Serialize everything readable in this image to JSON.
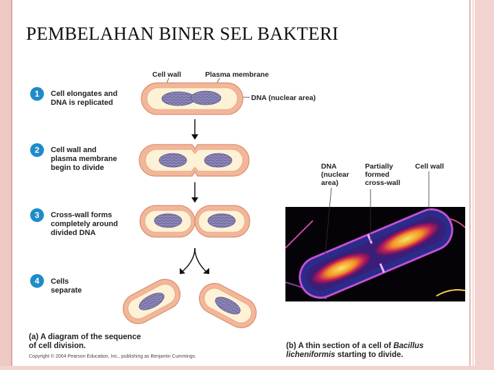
{
  "title": "PEMBELAHAN BINER SEL BAKTERI",
  "steps": [
    {
      "num": "1",
      "text": "Cell elongates and\nDNA is replicated"
    },
    {
      "num": "2",
      "text": "Cell wall and\nplasma membrane\nbegin to divide"
    },
    {
      "num": "3",
      "text": "Cross-wall forms\ncompletely around\ndivided DNA"
    },
    {
      "num": "4",
      "text": "Cells\nseparate"
    }
  ],
  "labels": {
    "cell_wall": "Cell wall",
    "plasma_membrane": "Plasma membrane",
    "dna_nuclear": "DNA (nuclear area)",
    "micro_dna": "DNA\n(nuclear\narea)",
    "micro_crosswall": "Partially\nformed\ncross-wall",
    "micro_cellwall": "Cell wall"
  },
  "captions": {
    "a": "(a) A diagram of the sequence\nof cell division.",
    "b_prefix": "(b) A thin section of a cell of ",
    "b_italic1": "Bacillus",
    "b_italic2": "licheniformis",
    "b_suffix": " starting to divide."
  },
  "copyright": "Copyright © 2004 Pearson Education, Inc., publishing as Benjamin Cummings.",
  "colors": {
    "cell_wall_fill": "#f2b79a",
    "cell_inner": "#fdf1d6",
    "dna": "#8b86b5",
    "badge": "#1f8bc9"
  }
}
